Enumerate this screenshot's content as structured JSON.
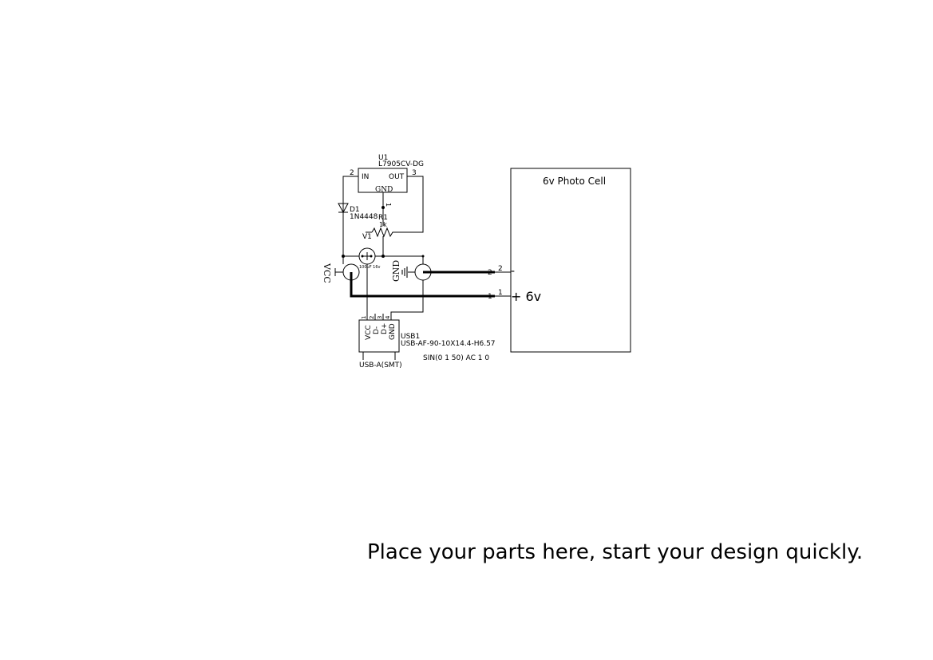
{
  "regulator": {
    "designator": "U1",
    "part": "L7905CV-DG",
    "pin_in": "IN",
    "pin_out": "OUT",
    "pin_gnd": "GND",
    "pin_in_num": "2",
    "pin_out_num": "3",
    "pin_gnd_num": "1"
  },
  "diode": {
    "designator": "D1",
    "part": "1N4448"
  },
  "resistor": {
    "designator": "R1",
    "value": "1k"
  },
  "source": {
    "designator": "V1",
    "note": "100uF 16v",
    "spec": "SIN(0 1 50) AC 1 0"
  },
  "power_symbols": {
    "vcc": "VCC",
    "gnd": "GND"
  },
  "usb": {
    "designator": "USB1",
    "part": "USB-AF-90-10X14.4-H6.57",
    "footprint": "USB-A(SMT)",
    "pins": [
      "VCC",
      "D-",
      "D+",
      "GND"
    ],
    "pin_numbers": [
      "1",
      "2",
      "3",
      "4"
    ]
  },
  "photocell": {
    "title": "6v Photo Cell",
    "pin_minus": "-",
    "pin_plus": "+ 6v",
    "pin2_num": "2",
    "pin1_num": "1",
    "net2": "2",
    "net1": "1"
  },
  "sheet_note": "Place your parts here, start your design quickly."
}
